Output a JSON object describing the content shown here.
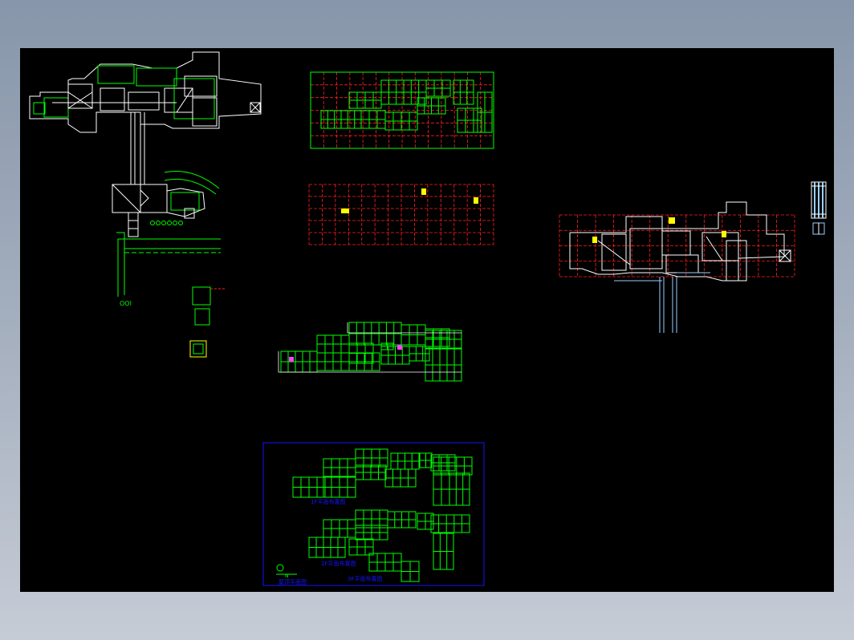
{
  "window": {
    "background": "#8796aa"
  },
  "colors": {
    "canvas": "#000000",
    "white": "#ffffff",
    "green": "#00ff00",
    "red": "#ff2020",
    "yellow": "#ffff00",
    "blue": "#1414ff",
    "cyan": "#9ad0ff",
    "magenta": "#ff40ff"
  },
  "drawings": [
    {
      "name": "site-plan",
      "label": ""
    },
    {
      "name": "floor-plan-1",
      "label": ""
    },
    {
      "name": "grid-plan",
      "label": ""
    },
    {
      "name": "floor-plan-2",
      "label": ""
    },
    {
      "name": "detail-elevation",
      "label": ""
    },
    {
      "name": "layout-sheet",
      "label": ""
    }
  ],
  "site_plan": {
    "note": "OOl"
  },
  "layout_sheet": {
    "captions": [
      "1F平面布置图",
      "2F平面布置图",
      "3F平面布置图",
      "屋顶平面图"
    ],
    "north_mark": "N"
  }
}
